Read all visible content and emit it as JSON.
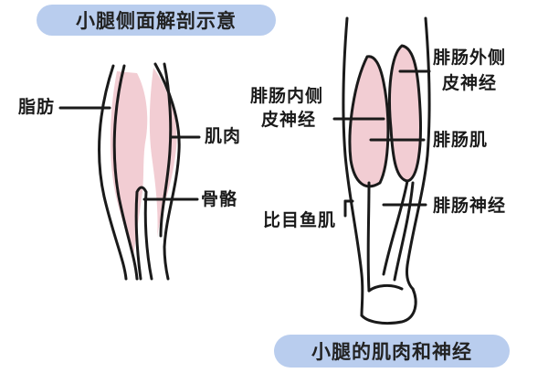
{
  "title_top": "小腿侧面解剖示意",
  "title_bottom": "小腿的肌肉和神经",
  "left_figure": {
    "labels": {
      "fat": "脂肪",
      "muscle": "肌肉",
      "bone": "骨骼"
    }
  },
  "right_figure": {
    "labels": {
      "lateral_nerve_line1": "腓肠外侧",
      "lateral_nerve_line2": "皮神经",
      "medial_nerve_line1": "腓肠内侧",
      "medial_nerve_line2": "皮神经",
      "gastrocnemius": "腓肠肌",
      "soleus": "比目鱼肌",
      "sural_nerve": "腓肠神经"
    }
  },
  "colors": {
    "title_pill": "#b9cdee",
    "muscle_fill": "#f2cdd3",
    "outline": "#1a1a1a"
  }
}
